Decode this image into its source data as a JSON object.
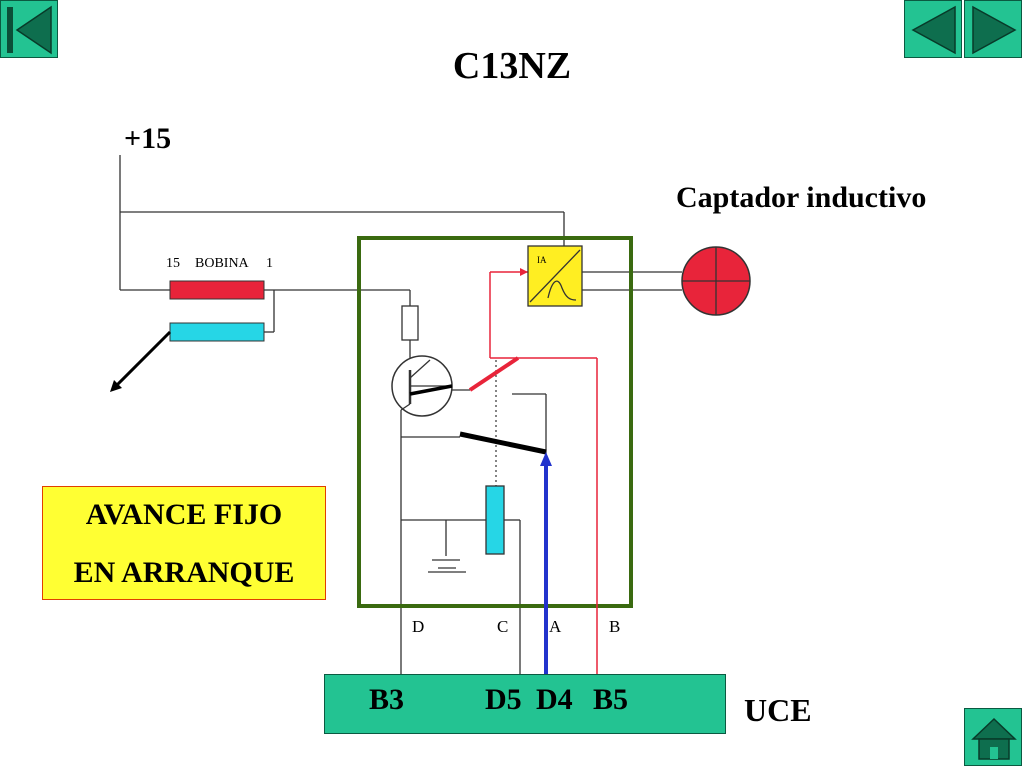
{
  "title": "C13NZ",
  "labels": {
    "plus15": "+15",
    "captador": "Captador inductivo",
    "bobina_15": "15",
    "bobina_name": "BOBINA",
    "bobina_1": "1",
    "ia": "IA",
    "uce": "UCE"
  },
  "pins": {
    "d": "D",
    "c": "C",
    "a": "A",
    "b": "B"
  },
  "uce_pins": {
    "b3": "B3",
    "d5": "D5",
    "d4": "D4",
    "b5": "B5"
  },
  "note": {
    "line1": "AVANCE FIJO",
    "line2": "EN ARRANQUE"
  },
  "nav": {
    "first": "first-icon",
    "prev": "prev-icon",
    "next": "next-icon",
    "home": "home-icon"
  },
  "colors": {
    "button": "#23c392",
    "module_border": "#3a6a10",
    "coil_red": "#e8243a",
    "coil_cyan": "#26d6e6",
    "pickup_red": "#e8243a",
    "ia_yellow": "#ffee22",
    "signal_blue": "#2233cc",
    "note_bg": "#ffff33",
    "note_border": "#e04000"
  }
}
